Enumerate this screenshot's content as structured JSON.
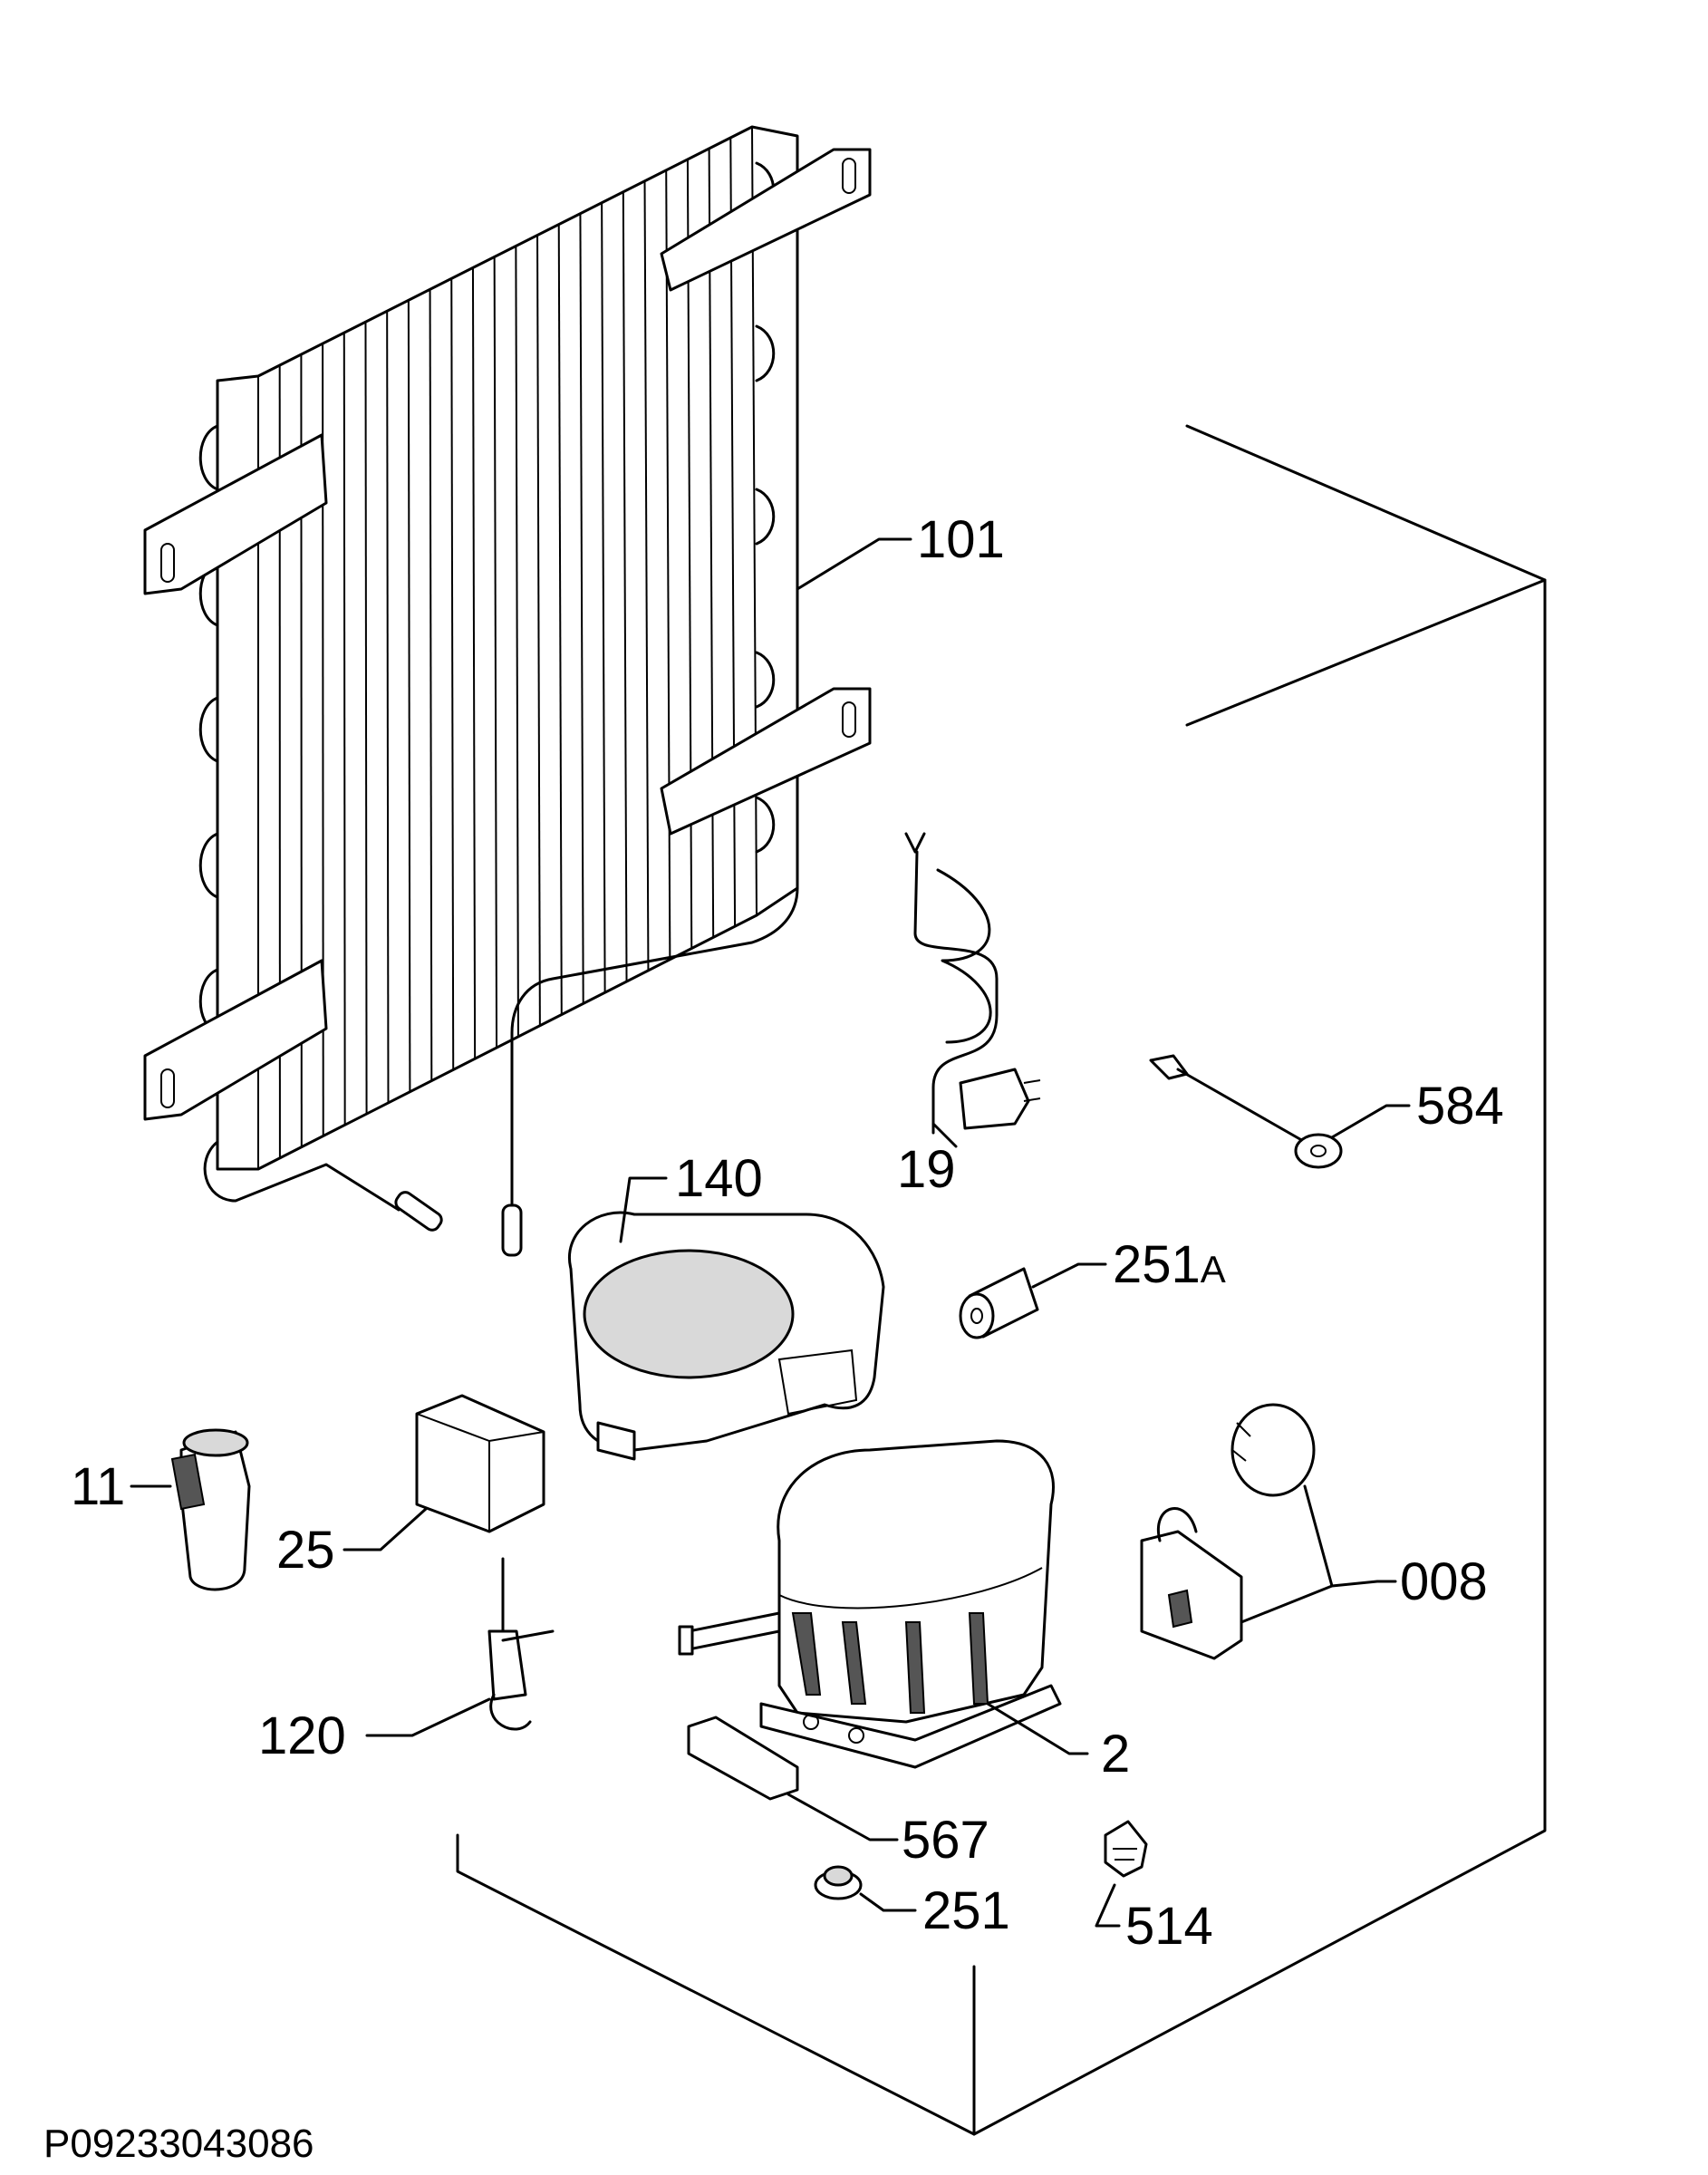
{
  "drawing_code": "P09233043086",
  "part_labels": {
    "condenser": "101",
    "power_cord": "19",
    "sensor_584": "584",
    "drip_tray": "140",
    "grommet_A": "251",
    "grommet_A_suffix": "A",
    "starter": "11",
    "capacitor": "25",
    "overload_relay": "008",
    "filter_drier": "120",
    "compressor": "2",
    "bracket": "567",
    "grommet": "251",
    "clip": "514"
  }
}
